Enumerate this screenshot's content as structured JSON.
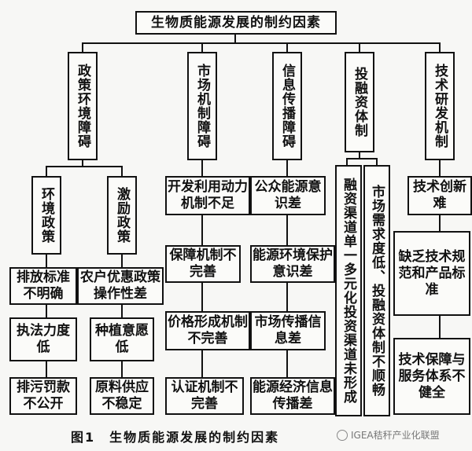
{
  "root": "生物质能源发展的制约因素",
  "categories": {
    "policy": "政策环境障碍",
    "market": "市场机制障碍",
    "info": "信息传播障碍",
    "finance": "投融资体制",
    "tech": "技术研发机制"
  },
  "policy_sub": {
    "env": "环境政策",
    "incentive": "激励政策"
  },
  "env_items": [
    "排放标准不明确",
    "执法力度低",
    "排污罚款不公开"
  ],
  "incentive_items": [
    "农户优惠政策操作性差",
    "种植意愿低",
    "原料供应不稳定"
  ],
  "market_items": [
    "开发利用动力机制不足",
    "保障机制不完善",
    "价格形成机制不完善",
    "认证机制不完善"
  ],
  "info_items": [
    "公众能源意识差",
    "能源环境保护意识差",
    "市场传播信息差",
    "能源经济信息传播差"
  ],
  "finance_items": [
    "融资渠道单一多元化投资渠道未形成",
    "市场需求度低、投融资体制不顺畅"
  ],
  "tech_items": [
    "技术创新难",
    "缺乏技术规范和产品标准",
    "技术保障与服务体系不健全"
  ],
  "caption": {
    "number": "图1",
    "text": "生物质能源发展的制约因素"
  },
  "watermark": "IGEA秸秆产业化联盟"
}
